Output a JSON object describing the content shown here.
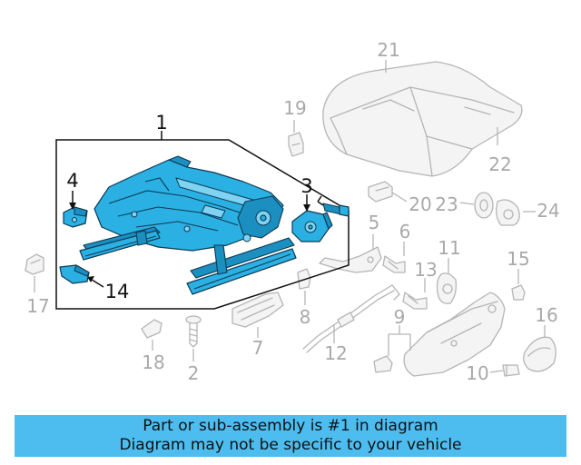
{
  "callouts": {
    "n1": "1",
    "n2": "2",
    "n3": "3",
    "n4": "4",
    "n5": "5",
    "n6": "6",
    "n7": "7",
    "n8": "8",
    "n9": "9",
    "n10": "10",
    "n11": "11",
    "n12": "12",
    "n13": "13",
    "n14": "14",
    "n15": "15",
    "n16": "16",
    "n17": "17",
    "n18": "18",
    "n19": "19",
    "n20": "20",
    "n21": "21",
    "n22": "22",
    "n23": "23",
    "n24": "24"
  },
  "colors": {
    "highlight_part": "#2bb0e3",
    "ghost_parts": "#b5b5b5",
    "footer_background": "#4dbdf0"
  },
  "footer": {
    "line1": "Part or sub-assembly is #1 in diagram",
    "line2": "Diagram may not be specific to your vehicle"
  }
}
